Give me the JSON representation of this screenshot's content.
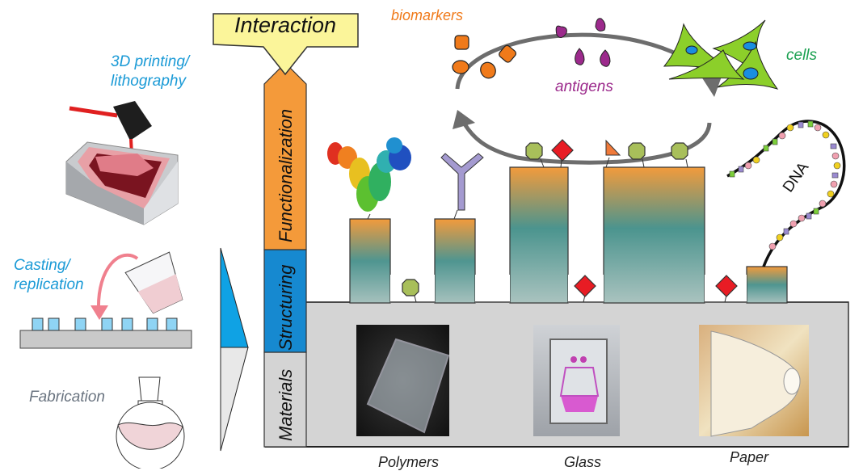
{
  "title_box": {
    "label": "Interaction"
  },
  "stack_labels": {
    "functionalization": "Functionalization",
    "structuring": "Structuring",
    "materials": "Materials"
  },
  "left_processes": {
    "printing": [
      "3D printing/",
      "lithography"
    ],
    "casting": [
      "Casting/",
      "replication"
    ],
    "fabrication": "Fabrication"
  },
  "targets": {
    "biomarkers": "biomarkers",
    "antigens": "antigens",
    "cells": "cells",
    "dna": "DNA"
  },
  "materials": [
    "Polymers",
    "Glass",
    "Paper"
  ],
  "colors": {
    "interaction_fill": "#fbf59a",
    "functionalization": "#f49a3a",
    "structuring": "#1689d0",
    "materials": "#d4d4d4",
    "printing_text": "#1a9ad6",
    "biomarkers": "#f07a1a",
    "antigens": "#9c2a8c",
    "cells": "#1aa050",
    "cell_fill": "#8ccf2a",
    "octagon": "#a8bf5a",
    "diamond": "#e81c24",
    "antibody": "#a49ad0"
  }
}
